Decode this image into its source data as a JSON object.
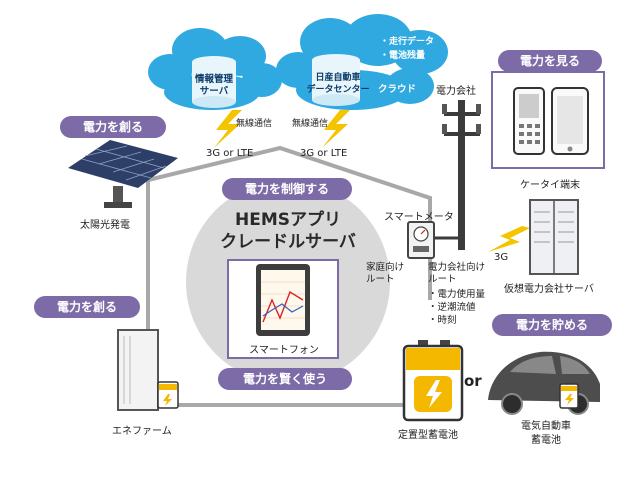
{
  "pills": {
    "create_top": "電力を創る",
    "create_bottom": "電力を創る",
    "control": "電力を制御する",
    "smart_use": "電力を賢く使う",
    "view": "電力を見る",
    "store": "電力を貯める"
  },
  "clouds": {
    "info_server": "情報管理\nサーバ",
    "nissan_dc": "日産自動車\nデータセンター",
    "cloud_label": "クラウド",
    "bullet_drive": "・走行データ",
    "bullet_battery": "・電池残量"
  },
  "wireless": {
    "left_label": "無線通信",
    "right_label": "無線通信",
    "left_net": "3G or LTE",
    "right_net": "3G or LTE"
  },
  "hems": {
    "title_line1": "HEMSアプリ",
    "title_line2": "クレードルサーバ",
    "smartphone": "スマートフォン"
  },
  "labels": {
    "solar": "太陽光発電",
    "power_company": "電力会社",
    "smart_meter": "スマートメータ",
    "home_route": "家庭向け\nルート",
    "company_route": "電力会社向け\nルート",
    "bullet_usage": "・電力使用量",
    "bullet_reverse": "・逆潮流値",
    "bullet_time": "・時刻",
    "mobile": "ケータイ端末",
    "net_3g": "3G",
    "virtual_server": "仮想電力会社サーバ",
    "ene_farm": "エネファーム",
    "battery": "定置型蓄電池",
    "or": "or",
    "ev": "電気自動車\n蓄電池"
  },
  "colors": {
    "pill": "#7d6ba8",
    "cloud": "#2fa9e0",
    "lightning": "#f5c400",
    "house_line": "#a8a8a8",
    "circle": "#d9d9d9"
  }
}
